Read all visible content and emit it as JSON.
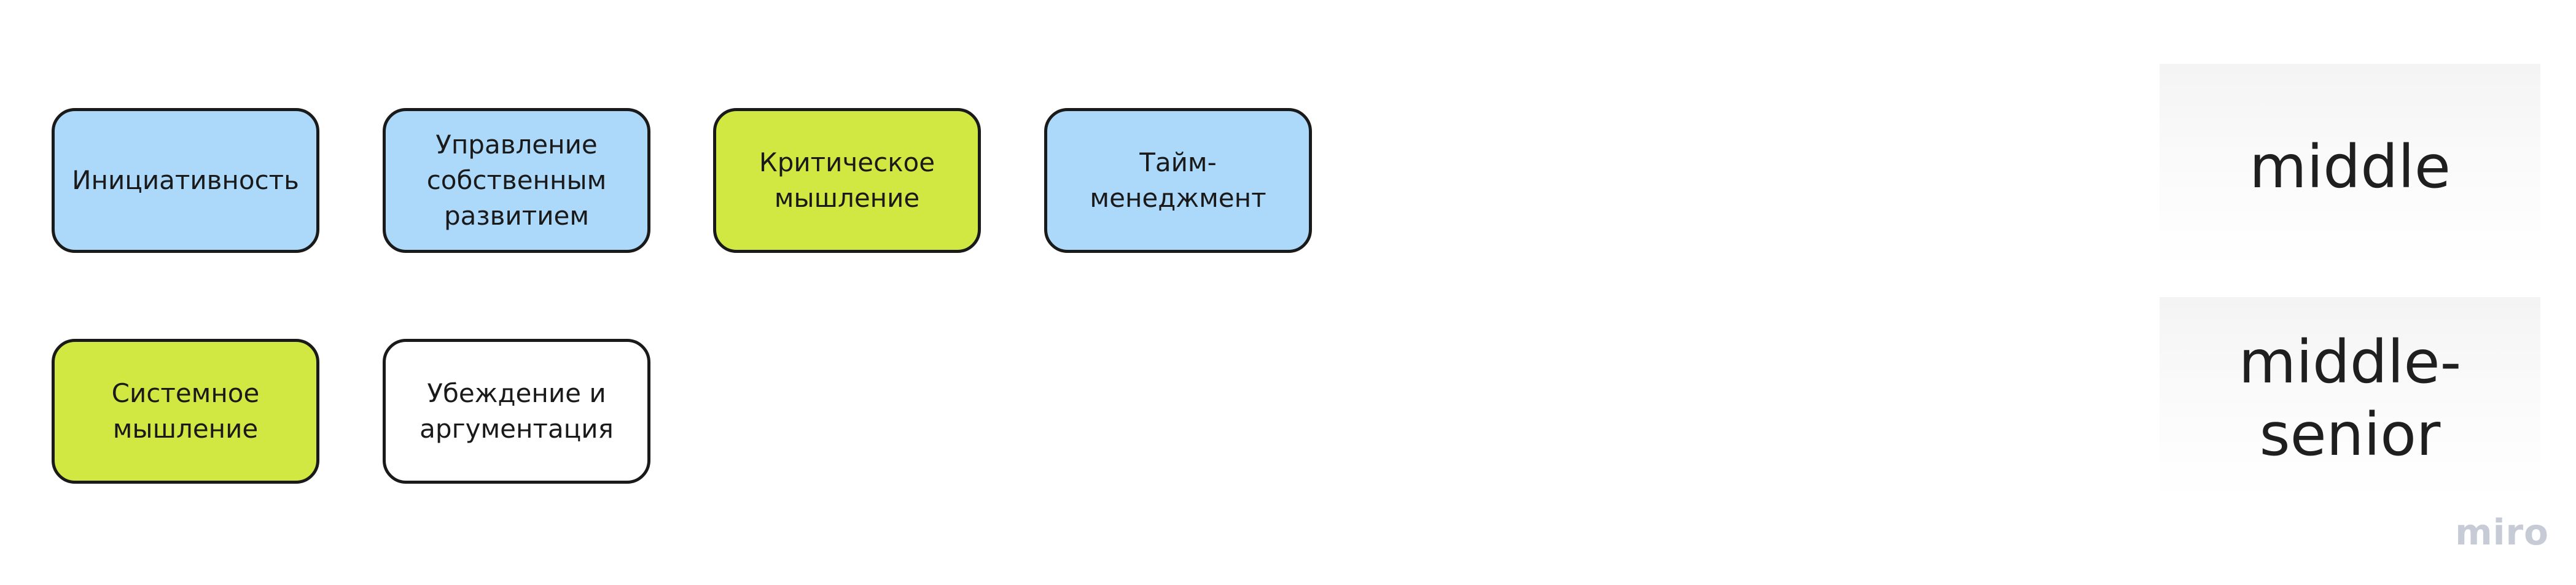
{
  "colors": {
    "blue": "#acd8fa",
    "green": "#d1e842",
    "white": "#ffffff",
    "border": "#1a1a1a",
    "watermark": "#c6cbd6"
  },
  "skills": [
    {
      "label": "Инициативность",
      "color": "#acd8fa"
    },
    {
      "label": "Управление собственным развитием",
      "color": "#acd8fa"
    },
    {
      "label": "Критическое мышление",
      "color": "#d1e842"
    },
    {
      "label": "Тайм-менеджмент",
      "color": "#acd8fa"
    },
    {
      "label": "Системное мышление",
      "color": "#d1e842"
    },
    {
      "label": "Убеждение и аргументация",
      "color": "#ffffff"
    }
  ],
  "stickies": [
    {
      "label": "middle"
    },
    {
      "label": "middle-\nsenior"
    }
  ],
  "watermark": "miro"
}
